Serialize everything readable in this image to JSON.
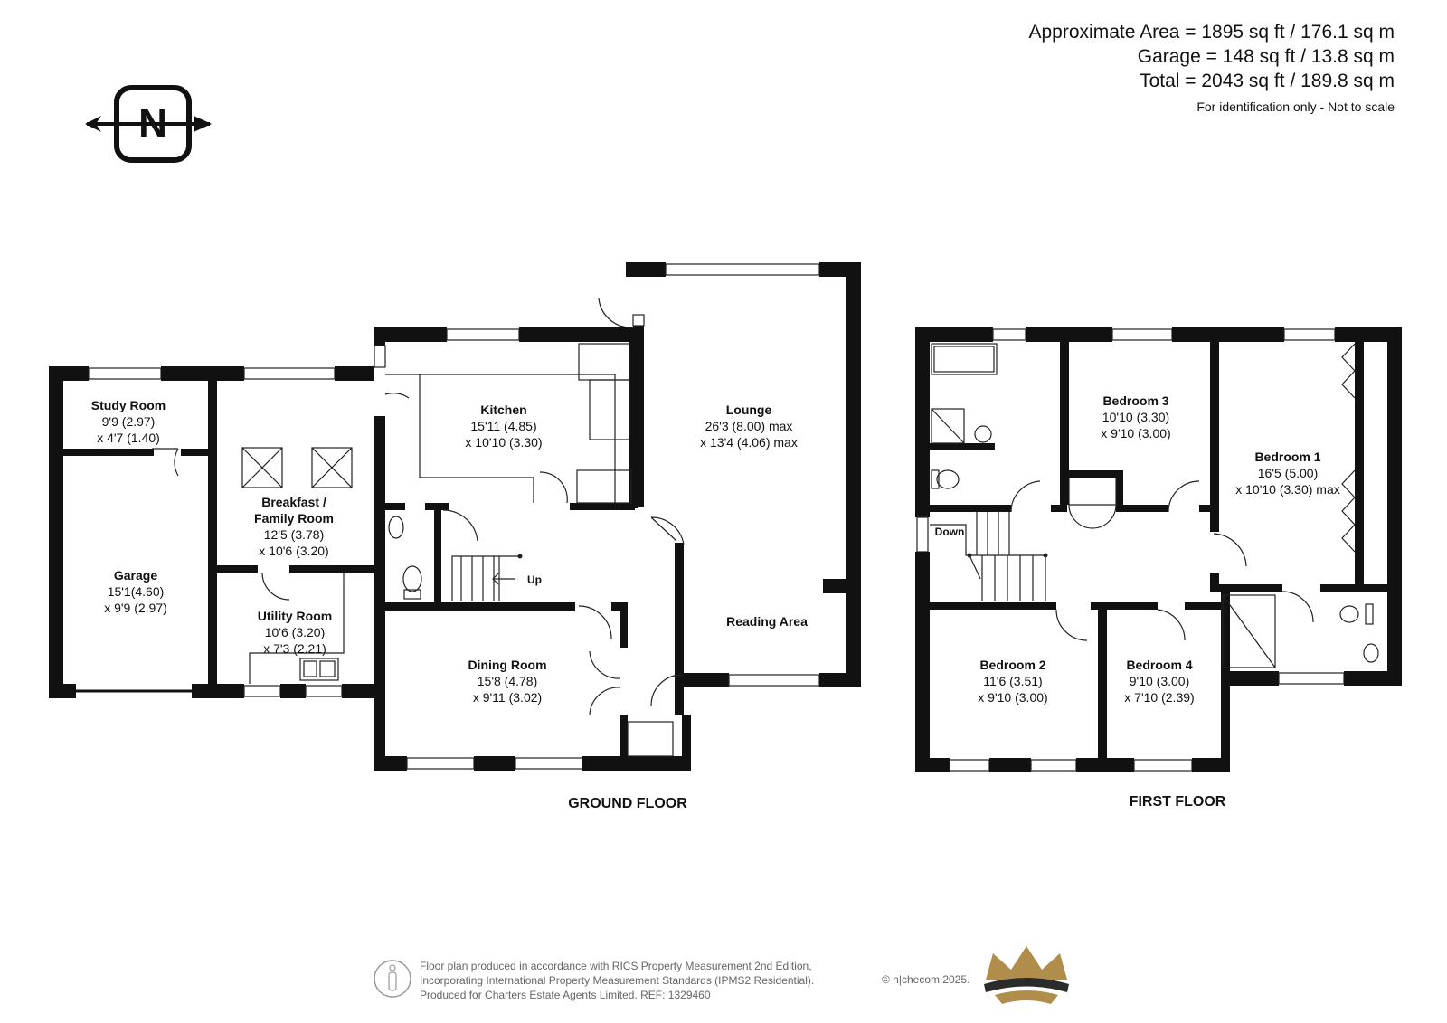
{
  "areas": {
    "approximate": "Approximate Area = 1895 sq ft / 176.1 sq m",
    "garage": "Garage = 148 sq ft / 13.8 sq m",
    "total": "Total = 2043 sq ft / 189.8 sq m",
    "note": "For identification only - Not to scale"
  },
  "compass": {
    "letter": "N",
    "icon": "north-compass-icon"
  },
  "ground_floor": {
    "label": "GROUND FLOOR",
    "study": {
      "name": "Study Room",
      "dim1": "9'9 (2.97)",
      "dim2": "x 4'7 (1.40)"
    },
    "breakfast": {
      "name1": "Breakfast /",
      "name2": "Family Room",
      "dim1": "12'5 (3.78)",
      "dim2": "x 10'6 (3.20)"
    },
    "garage": {
      "name": "Garage",
      "dim1": "15'1(4.60)",
      "dim2": "x 9'9 (2.97)"
    },
    "utility": {
      "name": "Utility Room",
      "dim1": "10'6 (3.20)",
      "dim2": "x 7'3 (2.21)"
    },
    "kitchen": {
      "name": "Kitchen",
      "dim1": "15'11 (4.85)",
      "dim2": "x 10'10 (3.30)"
    },
    "lounge": {
      "name": "Lounge",
      "dim1": "26'3 (8.00) max",
      "dim2": "x 13'4 (4.06) max"
    },
    "reading": {
      "name": "Reading Area"
    },
    "dining": {
      "name": "Dining Room",
      "dim1": "15'8 (4.78)",
      "dim2": "x 9'11 (3.02)"
    },
    "stairs": "Up"
  },
  "first_floor": {
    "label": "FIRST FLOOR",
    "bedroom3": {
      "name": "Bedroom 3",
      "dim1": "10'10 (3.30)",
      "dim2": "x 9'10 (3.00)"
    },
    "bedroom1": {
      "name": "Bedroom 1",
      "dim1": "16'5 (5.00)",
      "dim2": "x 10'10 (3.30) max"
    },
    "bedroom2": {
      "name": "Bedroom 2",
      "dim1": "11'6 (3.51)",
      "dim2": "x 9'10 (3.00)"
    },
    "bedroom4": {
      "name": "Bedroom 4",
      "dim1": "9'10 (3.00)",
      "dim2": "x 7'10 (2.39)"
    },
    "stairs": "Down"
  },
  "footer": {
    "line1": "Floor plan produced in accordance with RICS Property Measurement 2nd Edition,",
    "line2": "Incorporating International Property Measurement Standards (IPMS2 Residential).",
    "line3": "Produced for Charters Estate Agents Limited.   REF: 1329460",
    "copyright": "© n|checom 2025.",
    "logo_icon": "crown-logo-icon",
    "person_icon": "person-icon"
  },
  "colors": {
    "wall": "#111111",
    "logo_gold": "#b08d4a",
    "logo_dark": "#2b2b2b",
    "footer_text": "#666666"
  }
}
